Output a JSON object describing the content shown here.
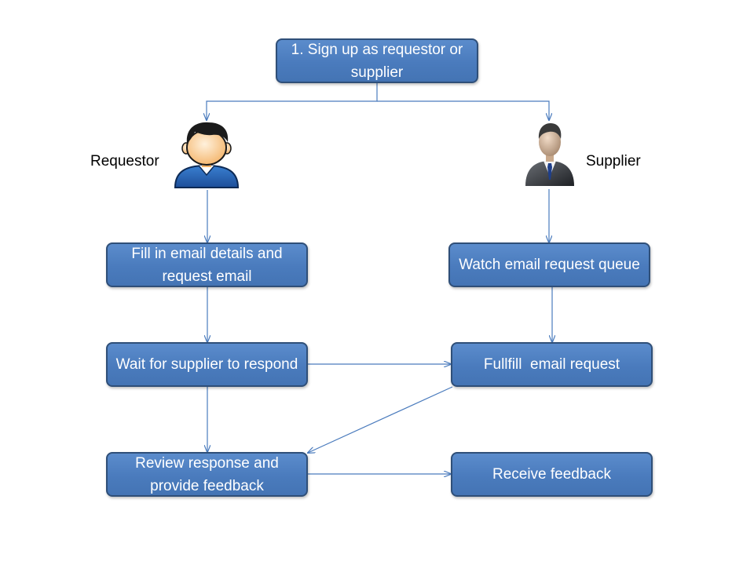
{
  "nodes": {
    "signup": "1. Sign up as requestor or supplier",
    "fill_request": "Fill in email details and request email",
    "wait_supplier": "Wait for supplier to respond",
    "review_feedback": "Review response and provide feedback",
    "watch_queue": "Watch email request queue",
    "fulfill_request": "Fullfill  email request",
    "receive_feedback": "Receive feedback"
  },
  "roles": {
    "requestor": "Requestor",
    "supplier": "Supplier"
  },
  "icons": {
    "requestor": "user-avatar-icon",
    "supplier": "businessman-icon"
  },
  "colors": {
    "box_fill": "#4a7bbd",
    "box_border": "#2f4f78",
    "connector": "#4a7bbd",
    "box_text": "#ffffff"
  }
}
